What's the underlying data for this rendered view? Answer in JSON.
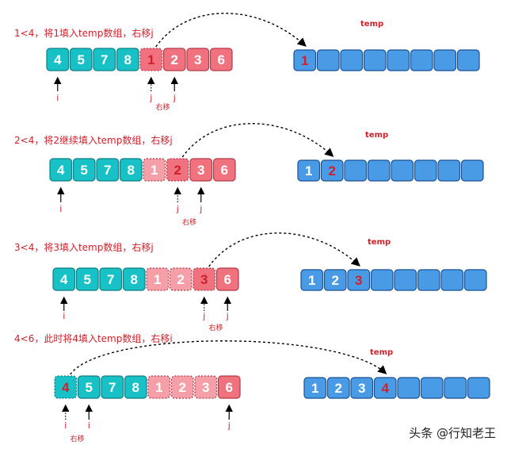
{
  "colors": {
    "teal": "#17c1c6",
    "teal_dark": "#0e7f86",
    "pink": "#f0727f",
    "pink_light": "#f5a0a8",
    "pink_dark": "#b23a47",
    "blue": "#4a9be6",
    "blue_dark": "#1b4f93",
    "red_text": "#d0202a",
    "white_text": "#ffffff"
  },
  "steps": [
    {
      "caption": "1<4，将1填入temp数组，右移j",
      "temp_label": "temp",
      "left": [
        {
          "v": "4",
          "color": "teal"
        },
        {
          "v": "5",
          "color": "teal"
        },
        {
          "v": "7",
          "color": "teal"
        },
        {
          "v": "8",
          "color": "teal"
        },
        {
          "v": "1",
          "color": "pink",
          "dotted": true,
          "red": true
        },
        {
          "v": "2",
          "color": "pink"
        },
        {
          "v": "3",
          "color": "pink"
        },
        {
          "v": "6",
          "color": "pink"
        }
      ],
      "temp": [
        "1",
        "",
        "",
        "",
        "",
        "",
        "",
        ""
      ],
      "pointers": [
        {
          "label": "i",
          "cell": 0,
          "style": "solid"
        },
        {
          "label": "j",
          "cell": 4,
          "style": "dotted"
        },
        {
          "label": "j",
          "cell": 5,
          "style": "solid"
        }
      ],
      "shift_label": "右移"
    },
    {
      "caption": "2<4，将2继续填入temp数组，右移j",
      "temp_label": "temp",
      "left": [
        {
          "v": "4",
          "color": "teal"
        },
        {
          "v": "5",
          "color": "teal"
        },
        {
          "v": "7",
          "color": "teal"
        },
        {
          "v": "8",
          "color": "teal"
        },
        {
          "v": "1",
          "color": "pink_light",
          "dotted": true
        },
        {
          "v": "2",
          "color": "pink",
          "dotted": true,
          "red": true
        },
        {
          "v": "3",
          "color": "pink"
        },
        {
          "v": "6",
          "color": "pink"
        }
      ],
      "temp": [
        "1",
        "2",
        "",
        "",
        "",
        "",
        "",
        ""
      ],
      "pointers": [
        {
          "label": "i",
          "cell": 0,
          "style": "solid"
        },
        {
          "label": "j",
          "cell": 5,
          "style": "dotted"
        },
        {
          "label": "j",
          "cell": 6,
          "style": "solid"
        }
      ],
      "shift_label": "右移"
    },
    {
      "caption": "3<4，将3填入temp数组，右移j",
      "temp_label": "temp",
      "left": [
        {
          "v": "4",
          "color": "teal"
        },
        {
          "v": "5",
          "color": "teal"
        },
        {
          "v": "7",
          "color": "teal"
        },
        {
          "v": "8",
          "color": "teal"
        },
        {
          "v": "1",
          "color": "pink_light",
          "dotted": true
        },
        {
          "v": "2",
          "color": "pink_light",
          "dotted": true
        },
        {
          "v": "3",
          "color": "pink",
          "dotted": true,
          "red": true
        },
        {
          "v": "6",
          "color": "pink"
        }
      ],
      "temp": [
        "1",
        "2",
        "3",
        "",
        "",
        "",
        "",
        ""
      ],
      "pointers": [
        {
          "label": "i",
          "cell": 0,
          "style": "solid"
        },
        {
          "label": "j",
          "cell": 6,
          "style": "dotted"
        },
        {
          "label": "j",
          "cell": 7,
          "style": "solid"
        }
      ],
      "shift_label": "右移"
    },
    {
      "caption": "4<6，此时将4填入temp数组，右移i",
      "temp_label": "temp",
      "left": [
        {
          "v": "4",
          "color": "teal",
          "dotted": true,
          "red": true
        },
        {
          "v": "5",
          "color": "teal"
        },
        {
          "v": "7",
          "color": "teal"
        },
        {
          "v": "8",
          "color": "teal"
        },
        {
          "v": "1",
          "color": "pink_light",
          "dotted": true
        },
        {
          "v": "2",
          "color": "pink_light",
          "dotted": true
        },
        {
          "v": "3",
          "color": "pink_light",
          "dotted": true
        },
        {
          "v": "6",
          "color": "pink"
        }
      ],
      "temp": [
        "1",
        "2",
        "3",
        "4",
        "",
        "",
        "",
        ""
      ],
      "pointers": [
        {
          "label": "i",
          "cell": 0,
          "style": "dotted"
        },
        {
          "label": "i",
          "cell": 1,
          "style": "solid"
        },
        {
          "label": "j",
          "cell": 7,
          "style": "solid"
        }
      ],
      "shift_label": "右移"
    }
  ],
  "watermark": "头条 @行知老王"
}
